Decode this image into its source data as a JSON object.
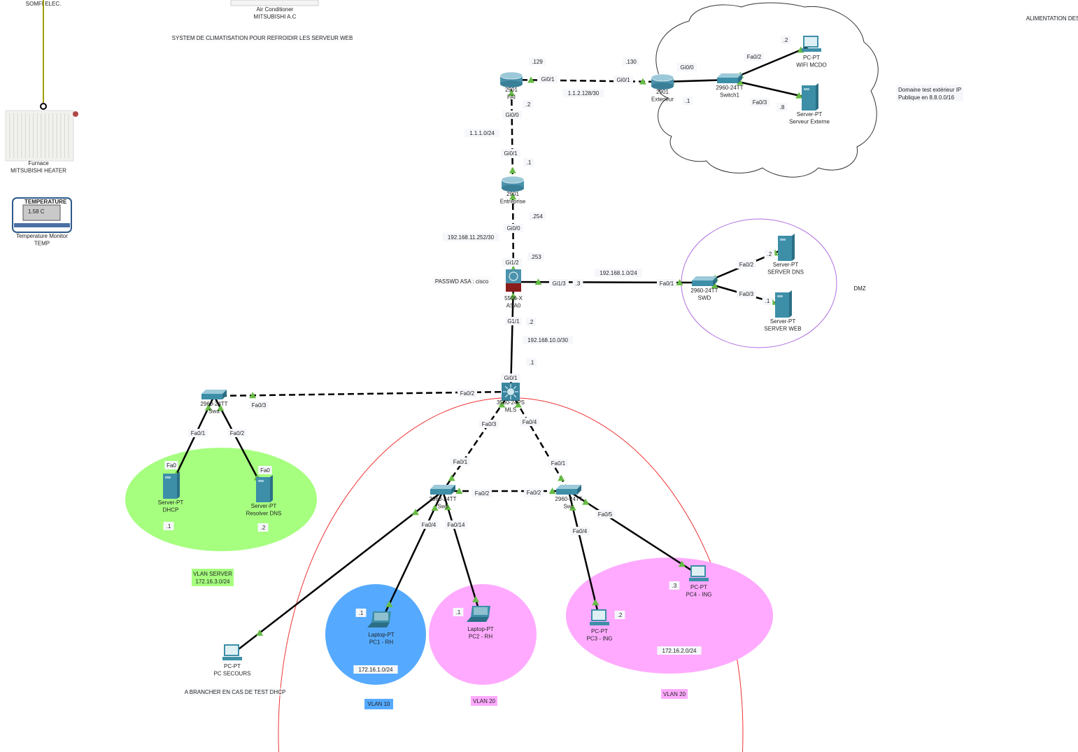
{
  "devices": [
    {
      "id": "somfi",
      "kind": "none",
      "lines": [
        "SOMFI ELEC."
      ]
    },
    {
      "id": "furnace",
      "kind": "furnace",
      "lines": [
        "Furnace",
        "MITSUBISHI HEATER"
      ]
    },
    {
      "id": "aircon",
      "kind": "aircon",
      "lines": [
        "Air Conditioner",
        "MITSUBISHI A.C"
      ]
    },
    {
      "id": "tempmon",
      "kind": "tempmon",
      "lines": [
        "Temperature Monitor",
        "TEMP"
      ],
      "display_title": "TEMPERATURE",
      "display_value": "1.58 C"
    },
    {
      "id": "fai",
      "kind": "router",
      "lines": [
        "2901",
        "FAI"
      ]
    },
    {
      "id": "exterieur",
      "kind": "router",
      "lines": [
        "2901",
        "Exterieur"
      ]
    },
    {
      "id": "switch1",
      "kind": "switch",
      "lines": [
        "2960-24TT",
        "Switch1"
      ]
    },
    {
      "id": "wifi",
      "kind": "pc",
      "lines": [
        "PC-PT",
        "WIFI MCDO"
      ]
    },
    {
      "id": "srvext",
      "kind": "server",
      "lines": [
        "Server-PT",
        "Serveur Externe"
      ]
    },
    {
      "id": "entreprise",
      "kind": "router",
      "lines": [
        "2901",
        "Entreprise"
      ]
    },
    {
      "id": "asa0",
      "kind": "asa",
      "lines": [
        "5506-X",
        "ASA0"
      ]
    },
    {
      "id": "swd",
      "kind": "switch",
      "lines": [
        "2960-24TT",
        "SWD"
      ]
    },
    {
      "id": "srvdns",
      "kind": "server",
      "lines": [
        "Server-PT",
        "SERVER DNS"
      ]
    },
    {
      "id": "srvweb",
      "kind": "server",
      "lines": [
        "Server-PT",
        "SERVER WEB"
      ]
    },
    {
      "id": "mls",
      "kind": "mls",
      "lines": [
        "3560-24PS",
        "MLS"
      ]
    },
    {
      "id": "swa",
      "kind": "switch",
      "lines": [
        "2960-24TT",
        "Swa"
      ]
    },
    {
      "id": "dhcp",
      "kind": "server",
      "lines": [
        "Server-PT",
        "DHCP"
      ]
    },
    {
      "id": "resolver",
      "kind": "server",
      "lines": [
        "Server-PT",
        "Resolver DNS"
      ]
    },
    {
      "id": "swb",
      "kind": "switch",
      "lines": [
        "2960-24TT",
        "Swb"
      ]
    },
    {
      "id": "swc",
      "kind": "switch",
      "lines": [
        "2960-24TT",
        "Swc"
      ]
    },
    {
      "id": "secours",
      "kind": "pc",
      "lines": [
        "PC-PT",
        "PC SECOURS"
      ]
    },
    {
      "id": "pc1",
      "kind": "laptop",
      "lines": [
        "Laptop-PT",
        "PC1 - RH"
      ]
    },
    {
      "id": "pc2",
      "kind": "laptop",
      "lines": [
        "Laptop-PT",
        "PC2 - RH"
      ]
    },
    {
      "id": "pc3",
      "kind": "pc",
      "lines": [
        "PC-PT",
        "PC3 - ING"
      ]
    },
    {
      "id": "pc4",
      "kind": "pc",
      "lines": [
        "PC-PT",
        "PC4 - ING"
      ]
    }
  ],
  "links": [
    {
      "from": "fai",
      "to": "exterieur",
      "style": "dashed"
    },
    {
      "from": "fai",
      "to": "entreprise",
      "style": "dashed"
    },
    {
      "from": "exterieur",
      "to": "switch1",
      "style": "solid"
    },
    {
      "from": "switch1",
      "to": "wifi",
      "style": "solid"
    },
    {
      "from": "switch1",
      "to": "srvext",
      "style": "solid"
    },
    {
      "from": "entreprise",
      "to": "asa0",
      "style": "dashed"
    },
    {
      "from": "asa0",
      "to": "swd",
      "style": "solid"
    },
    {
      "from": "swd",
      "to": "srvdns",
      "style": "solid"
    },
    {
      "from": "swd",
      "to": "srvweb",
      "style": "solid"
    },
    {
      "from": "asa0",
      "to": "mls",
      "style": "solid"
    },
    {
      "from": "mls",
      "to": "swa",
      "style": "dashed"
    },
    {
      "from": "swa",
      "to": "dhcp",
      "style": "solid"
    },
    {
      "from": "swa",
      "to": "resolver",
      "style": "solid"
    },
    {
      "from": "mls",
      "to": "swb",
      "style": "dashed"
    },
    {
      "from": "mls",
      "to": "swc",
      "style": "dashed"
    },
    {
      "from": "swb",
      "to": "swc",
      "style": "dashed"
    },
    {
      "from": "swb",
      "to": "secours",
      "style": "solid"
    },
    {
      "from": "swb",
      "to": "pc1",
      "style": "solid"
    },
    {
      "from": "swb",
      "to": "pc2",
      "style": "solid"
    },
    {
      "from": "swc",
      "to": "pc3",
      "style": "solid"
    },
    {
      "from": "swc",
      "to": "pc4",
      "style": "solid"
    }
  ],
  "labels": [
    ".129",
    "Gi0/1",
    ".130",
    "Gi0/1",
    "1.1.2.128/30",
    "Gi0/0",
    ".1",
    "Fa0/2",
    "Fa0/3",
    ".2",
    ".8",
    ".2",
    "Gi0/0",
    "1.1.1.0/24",
    "Gi0/1",
    ".1",
    ".254",
    "Gi0/0",
    "192.168.11.252/30",
    "Gi1/2",
    ".253",
    "PASSWD ASA : cisco",
    "Gi1/3",
    ".3",
    "192.168.1.0/24",
    "Fa0/1",
    "Fa0/2",
    ".2",
    "Fa0/3",
    ".1",
    "G1/1",
    ".2",
    "192.168.10.0/30",
    ".1",
    "Gi0/1",
    "Fa0/2",
    "Fa0/3",
    "Fa0/3",
    "Fa0/4",
    "Fa0/1",
    "Fa0/2",
    "Fa0",
    "Fa0",
    ".1",
    ".2",
    "Fa0/1",
    "Fa0/1",
    "Fa0/2",
    "Fa0/2",
    "Fa0/4",
    "Fa0/14",
    "Fa0/5",
    "Fa0/4",
    ".1",
    ".1",
    ".2",
    ".3",
    "172.16.1.0/24",
    "172.16.2.0/24",
    "A BRANCHER EN CAS DE TEST DHCP",
    "SYSTEM DE CLIMATISATION POUR REFROIDIR LES SERVEUR WEB",
    "ALIMENTATION DES",
    "DMZ"
  ],
  "notes": {
    "domain_line1": "Domaine test extérieur IP",
    "domain_line2": "Publique en 8.8.0.0/16"
  },
  "zones": [
    {
      "id": "vlan-server",
      "lines": [
        "VLAN SERVER",
        "172.16.3.0/24"
      ],
      "color": "#a6ff7f"
    },
    {
      "id": "vlan10",
      "lines": [
        "VLAN  10"
      ],
      "color": "#55aaff"
    },
    {
      "id": "vlan20-rh",
      "lines": [
        "VLAN 20"
      ],
      "color": "#ffaaff"
    },
    {
      "id": "vlan20-ing",
      "lines": [
        "VLAN 20"
      ],
      "color": "#ffaaff"
    }
  ],
  "colors": {
    "link": "#000000",
    "link_up": "#66bb44",
    "dmz": "#b070e0",
    "lan_area": "#ee3333",
    "power_cable": "#a0a000",
    "device": "#3d8fa8"
  }
}
